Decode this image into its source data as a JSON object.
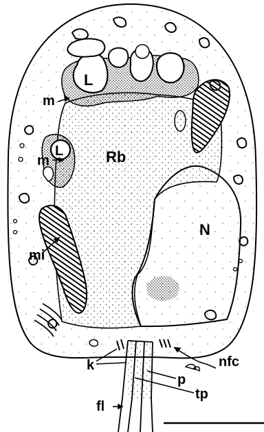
{
  "labels": {
    "lysosome_top": "L",
    "lysosome_left": "L",
    "membrane_top": "m",
    "membrane_left": "m",
    "residual_body": "Rb",
    "nucleus": "N",
    "mitochondrion": "mi",
    "kinetosome": "k",
    "nine_fibre_complex": "nfc",
    "plasma_membrane": "p",
    "tubular_process": "tp",
    "flagellum": "fl"
  },
  "colors": {
    "ink": "#000000",
    "paper": "#ffffff",
    "stipple": "#2a2a2a"
  }
}
